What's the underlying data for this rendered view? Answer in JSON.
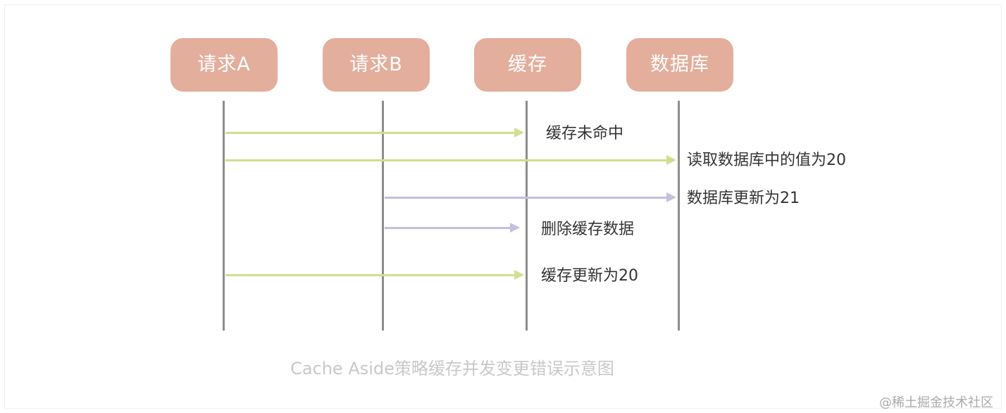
{
  "participants": [
    "请求A",
    "请求B",
    "缓存",
    "数据库"
  ],
  "messages": [
    {
      "text": "缓存未命中",
      "color": "#cfe08e"
    },
    {
      "text": "读取数据库中的值为20",
      "color": "#cfe08e"
    },
    {
      "text": "数据库更新为21",
      "color": "#c2bfe0"
    },
    {
      "text": "删除缓存数据",
      "color": "#c2bfe0"
    },
    {
      "text": "缓存更新为20",
      "color": "#cfe08e"
    }
  ],
  "caption": "Cache Aside策略缓存并发变更错误示意图",
  "watermark": "@稀土掘金技术社区",
  "colors": {
    "participant_fill": "#e3ae9c",
    "lifeline": "#8d8d8d",
    "arrow_request_a": "#cfe08e",
    "arrow_request_b": "#c2bfe0"
  }
}
